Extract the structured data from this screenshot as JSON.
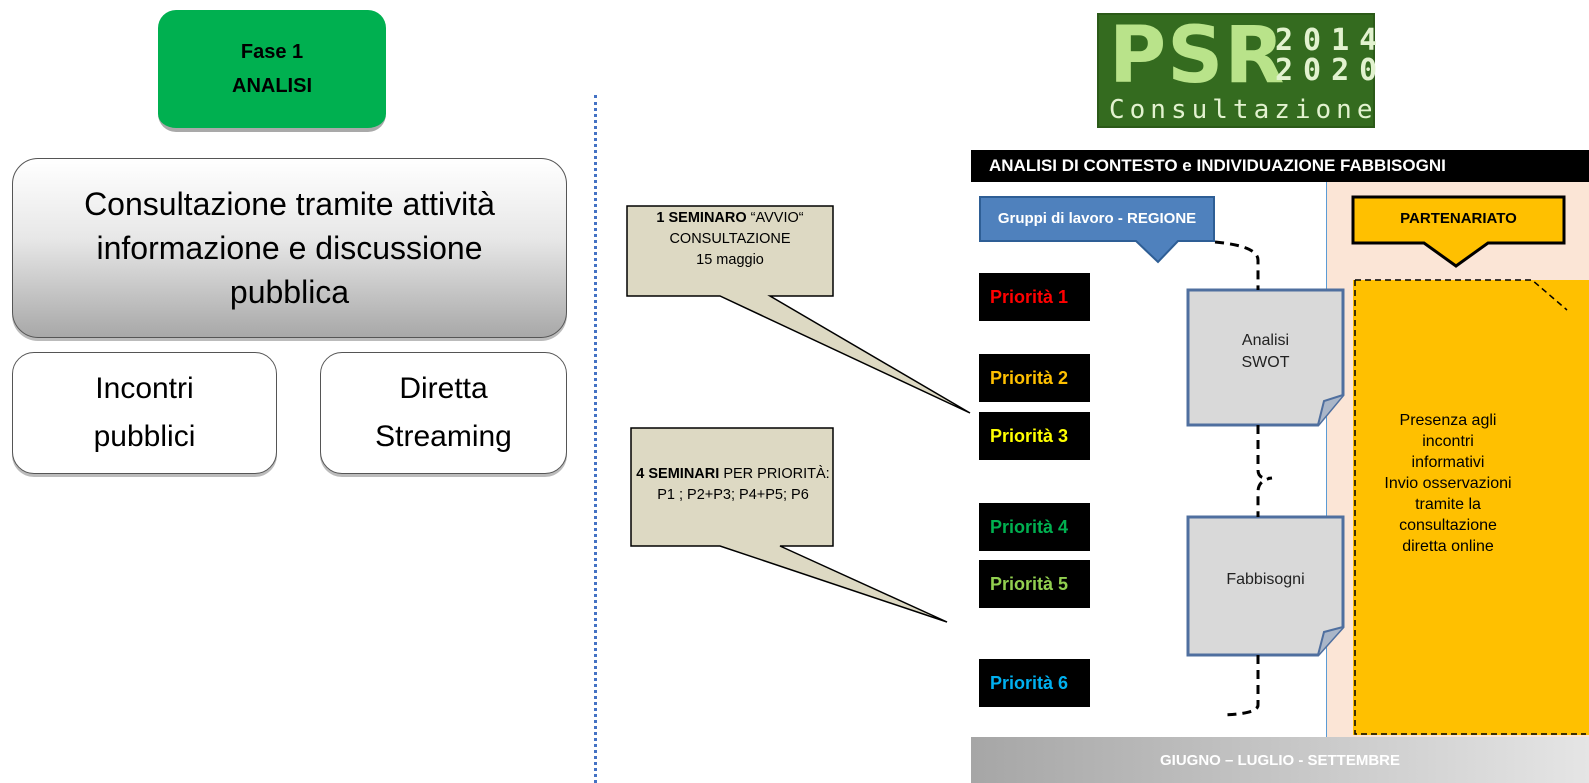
{
  "left": {
    "phase": {
      "line1": "Fase 1",
      "line2": "ANALISI"
    },
    "consultation": "Consultazione tramite attività informazione e discussione pubblica",
    "incontri": {
      "line1": "Incontri",
      "line2": "pubblici"
    },
    "diretta": {
      "line1": "Diretta",
      "line2": "Streaming"
    }
  },
  "logo": {
    "psr": "PSR",
    "year_top": "2014",
    "year_bottom": "2020",
    "subtitle": "Consultazione"
  },
  "diagram": {
    "header": "ANALISI DI  CONTESTO e INDIVIDUAZIONE FABBISOGNI",
    "groups_label": "Gruppi di lavoro - REGIONE",
    "partnership_label": "PARTENARIATO",
    "priorities": [
      {
        "label": "Priorità 1",
        "color": "#ff0000"
      },
      {
        "label": "Priorità 2",
        "color": "#ffc000"
      },
      {
        "label": "Priorità 3",
        "color": "#ffff00"
      },
      {
        "label": "Priorità 4",
        "color": "#00b050"
      },
      {
        "label": "Priorità 5",
        "color": "#92d050"
      },
      {
        "label": "Priorità 6",
        "color": "#00b0f0"
      }
    ],
    "swot_note": {
      "line1": "Analisi",
      "line2": "SWOT"
    },
    "needs_note": "Fabbisogni",
    "partnership_text": [
      "Presenza agli",
      "incontri",
      "informativi",
      "Invio osservazioni",
      "tramite la",
      "consultazione",
      "diretta online"
    ],
    "footer": "GIUGNO – LUGLIO - SETTEMBRE"
  },
  "callouts": {
    "seminar1": {
      "bold": "1 SEMINARO",
      "rest": " “AVVIO“",
      "line2": "CONSULTAZIONE",
      "line3": "15 maggio"
    },
    "seminar4": {
      "bold": "4 SEMINARI",
      "rest": " PER  PRIORITÀ:",
      "line2": "P1 ; P2+P3; P4+P5; P6"
    }
  }
}
